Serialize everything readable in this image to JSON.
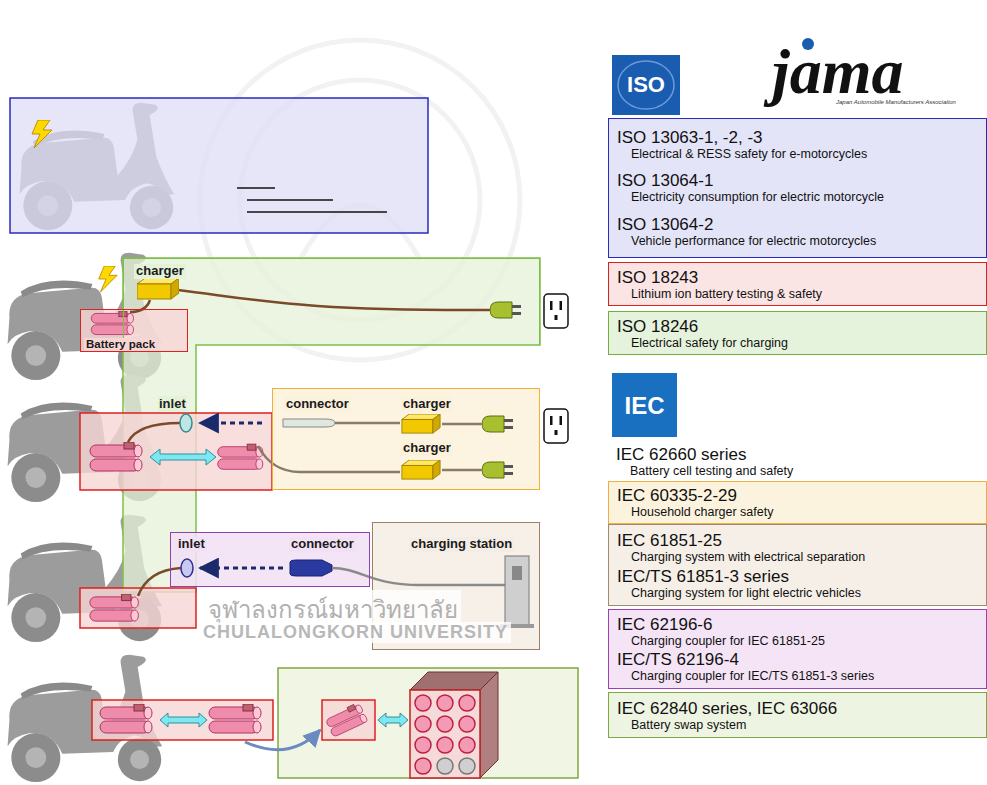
{
  "diagram": {
    "nodes": [
      {
        "text": [
          "charger"
        ]
      },
      {
        "text": [
          "Battery pack"
        ]
      },
      {
        "text": [
          "connector",
          "charger",
          "charger"
        ]
      },
      {
        "text": [
          "inlet",
          "connector"
        ]
      },
      {
        "text": [
          "charging station"
        ]
      },
      {
        "text": [
          "ISO 13063-1, -2, -3",
          "Electrical & RESS safety for e-motorcycles",
          "ISO 13064-1",
          "Electricity consumption for electric motorcycle",
          "ISO 13064-2",
          "Vehicle performance for electric motorcycles"
        ]
      },
      {
        "text": [
          "ISO 18243",
          "Lithium ion battery testing & safety"
        ]
      },
      {
        "text": [
          "ISO 18246",
          "Electrical safety for charging"
        ]
      },
      {
        "text": [
          "IEC 62660 series",
          "Battery cell testing and safety"
        ]
      },
      {
        "text": [
          "IEC 60335-2-29",
          "Household charger safety"
        ]
      },
      {
        "text": [
          "IEC 61851-25",
          "Charging system with electrical separation",
          "IEC/TS 61851-3 series",
          "Charging system for light electric vehicles"
        ]
      },
      {
        "text": [
          "IEC 62196-6",
          "Charging coupler for IEC 61851-25",
          "IEC/TS 62196-4",
          "Charging coupler for IEC/TS 61851-3 series"
        ]
      },
      {
        "text": [
          "IEC 62840 series, IEC 63066",
          "Battery swap system"
        ]
      }
    ],
    "labels": [
      "ISO",
      "jama",
      "Japan Automobile Manufacturers Association",
      "inlet",
      "IEC",
      "จุฬาลงกรณ์มหาวิทยาลัย",
      "CHULALONGKORN UNIVERSITY"
    ]
  }
}
